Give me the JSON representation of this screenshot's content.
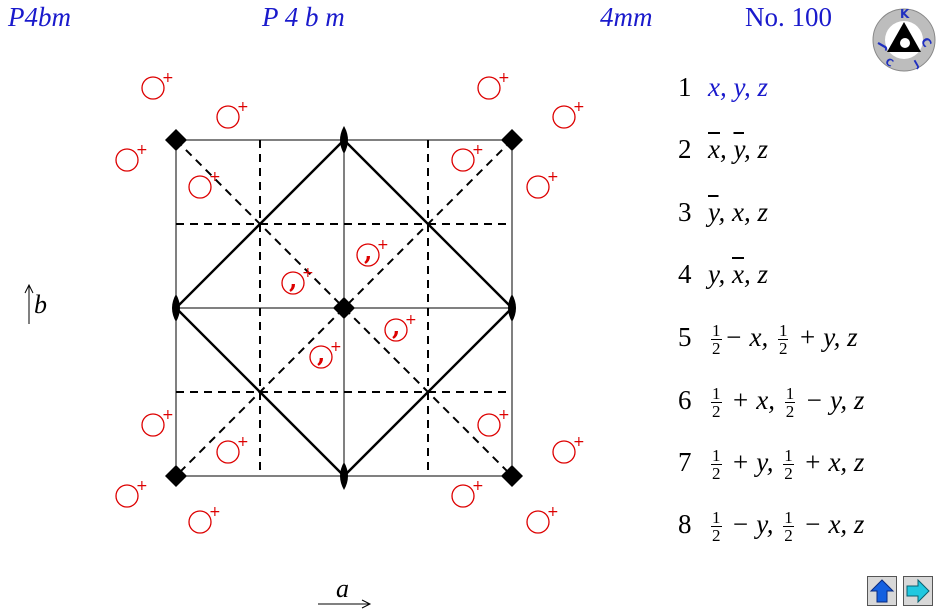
{
  "header": {
    "short_symbol": "P4bm",
    "full_symbol": "P 4 b m",
    "point_group": "4mm",
    "number": "No. 100"
  },
  "logo": {
    "text": "JKC"
  },
  "axes": {
    "a": "a",
    "b": "b"
  },
  "positions": [
    {
      "n": "1",
      "parts": [
        [
          "x"
        ],
        [
          ", "
        ],
        [
          "y"
        ],
        [
          ", "
        ],
        [
          "z"
        ]
      ],
      "text": "x, y, z"
    },
    {
      "n": "2",
      "text": "x̄, ȳ, z"
    },
    {
      "n": "3",
      "text": "ȳ, x, z"
    },
    {
      "n": "4",
      "text": "y, x̄, z"
    },
    {
      "n": "5",
      "text": "½ − x, ½ + y, z"
    },
    {
      "n": "6",
      "text": "½ + x, ½ − y, z"
    },
    {
      "n": "7",
      "text": "½ + y, ½ + x, z"
    },
    {
      "n": "8",
      "text": "½ − y, ½ − x, z"
    }
  ],
  "position_labels": {
    "p1": "x, y, z",
    "p2a": "x",
    "p2b": "y",
    "p2c": "z",
    "p3a": "y",
    "p3b": "x",
    "p3c": "z",
    "p4a": "y",
    "p4b": "x",
    "p4c": "z",
    "half": "1",
    "two": "2",
    "p5": "− x, ",
    "p5b": " + y, z",
    "p6": " + x, ",
    "p6b": " − y, z",
    "p7": " + y, ",
    "p7b": " + x, z",
    "p8": " − y, ",
    "p8b": " − x, z"
  },
  "markers": {
    "sign": "+",
    "comma": ","
  },
  "colors": {
    "header": "#1a1acc",
    "marker": "#dd0000",
    "nav": "#1460e0",
    "nav_next": "#20c8e0"
  },
  "nav": {
    "up_icon": "arrow-up-icon",
    "next_icon": "arrow-right-icon"
  }
}
